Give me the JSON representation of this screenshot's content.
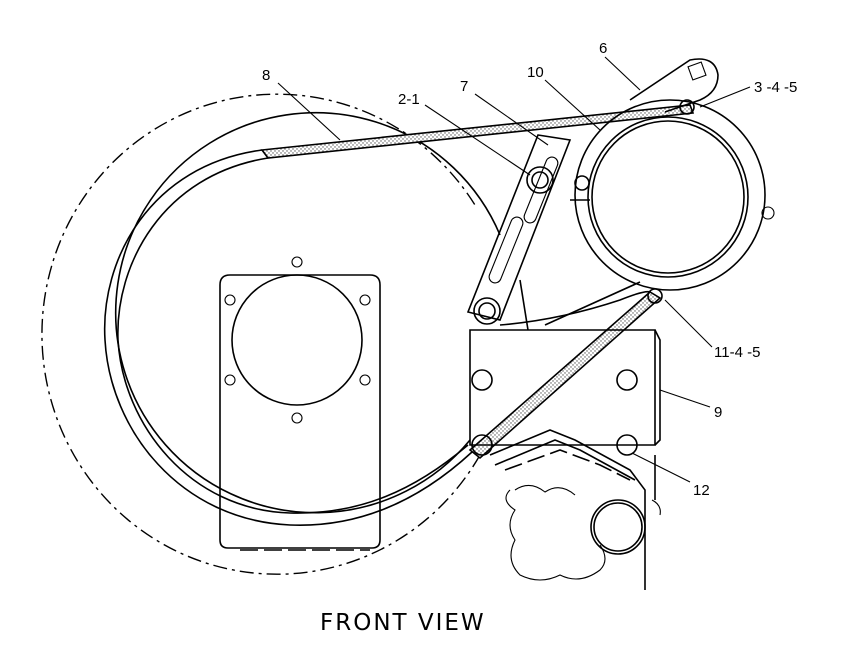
{
  "diagram": {
    "callouts": [
      {
        "id": "c8",
        "text": "8"
      },
      {
        "id": "c2-1",
        "text": "2-1"
      },
      {
        "id": "c7",
        "text": "7"
      },
      {
        "id": "c10",
        "text": "10"
      },
      {
        "id": "c6",
        "text": "6"
      },
      {
        "id": "c3-4-5",
        "text": "3 -4 -5"
      },
      {
        "id": "c11-4-5",
        "text": "11-4 -5"
      },
      {
        "id": "c9",
        "text": "9"
      },
      {
        "id": "c12",
        "text": "12"
      }
    ],
    "caption": "FRONT VIEW"
  }
}
